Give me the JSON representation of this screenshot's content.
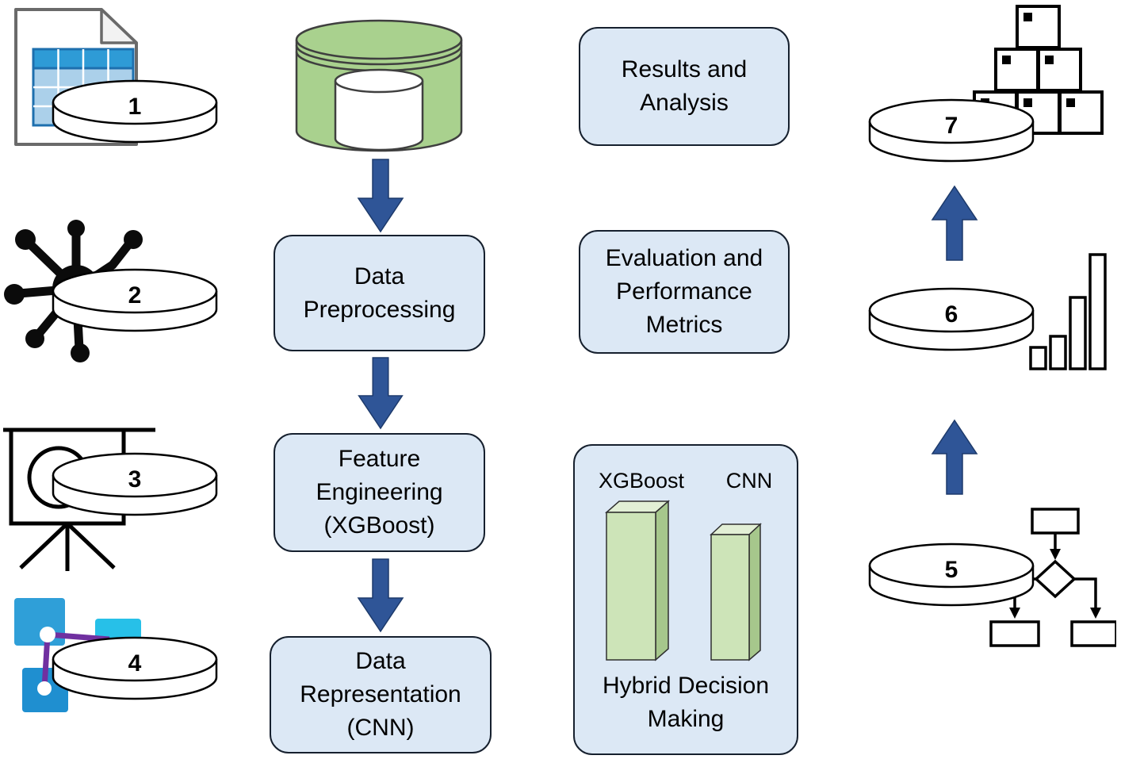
{
  "stages": {
    "s1": {
      "number": "1",
      "icon": "spreadsheet"
    },
    "s2": {
      "number": "2",
      "icon": "network-hub"
    },
    "s3": {
      "number": "3",
      "icon": "presentation-screen"
    },
    "s4": {
      "number": "4",
      "icon": "connected-nodes"
    },
    "s5": {
      "number": "5",
      "icon": "flowchart"
    },
    "s6": {
      "number": "6",
      "icon": "bar-chart"
    },
    "s7": {
      "number": "7",
      "icon": "stacked-boxes"
    }
  },
  "pipeline": {
    "preprocessing": "Data Preprocessing",
    "feature_engineering": "Feature Engineering (XGBoost)",
    "representation": "Data Representation (CNN)"
  },
  "outputs": {
    "results": "Results and Analysis",
    "evaluation": "Evaluation and Performance Metrics"
  },
  "hybrid": {
    "bar1_label": "XGBoost",
    "bar2_label": "CNN",
    "title": "Hybrid Decision Making"
  },
  "colors": {
    "box_fill": "#dce8f5",
    "box_border": "#16202e",
    "arrow": "#2f5597",
    "cylinder_green": "#a9d18e",
    "bar_front": "#cde4b8",
    "bar_side": "#a6c78c",
    "bar_top": "#e2efd5"
  }
}
